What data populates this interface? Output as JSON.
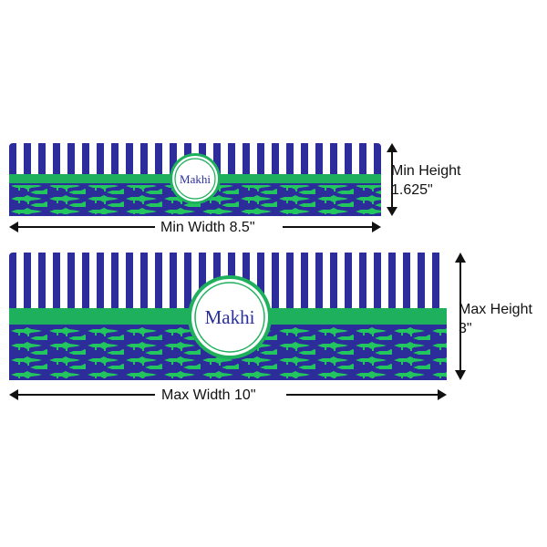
{
  "colors": {
    "navy": "#2c2c9a",
    "white": "#ffffff",
    "green": "#1fb05d",
    "croc": "#22c55e",
    "ink": "#111111"
  },
  "name": "Makhi",
  "small_product": {
    "width_label": "Min Width 8.5\"",
    "height_label_line1": "Min Height",
    "height_label_line2": "1.625\""
  },
  "large_product": {
    "width_label": "Max Width 10\"",
    "height_label_line1": "Max Height",
    "height_label_line2": "3\""
  },
  "icons": [
    "alligator-icon",
    "double-arrow-icon"
  ]
}
